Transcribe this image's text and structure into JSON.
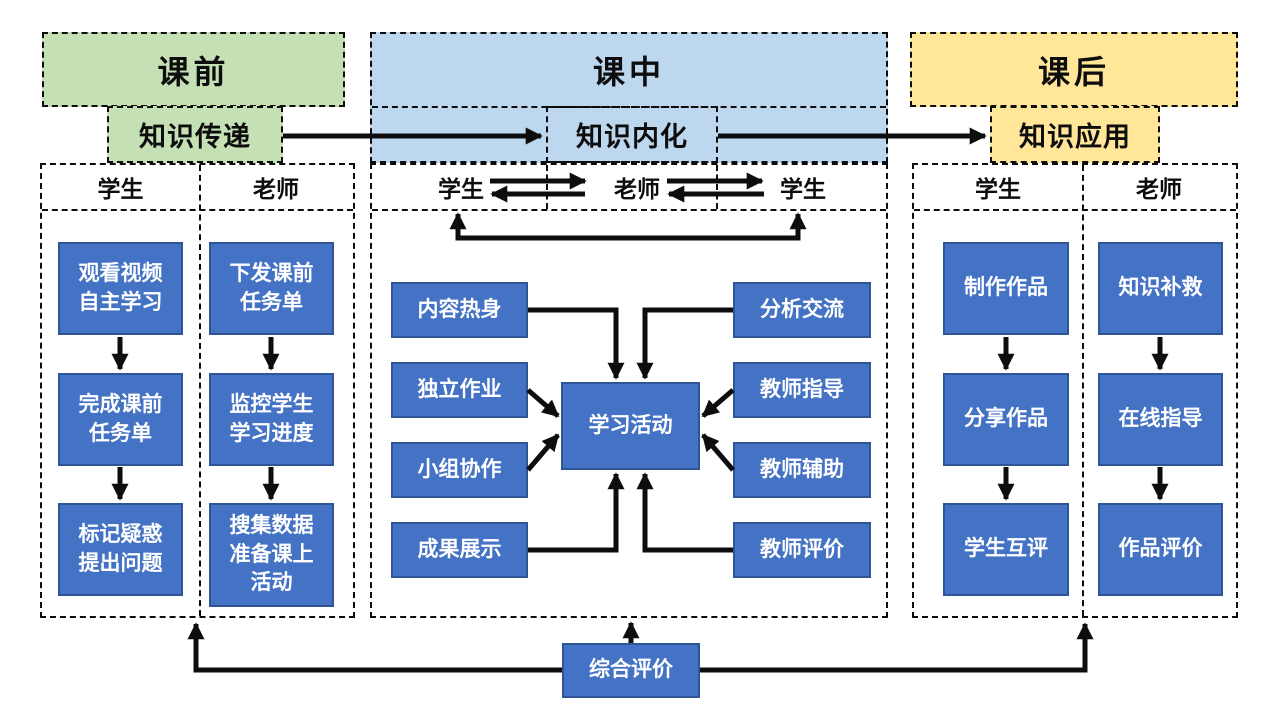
{
  "diagram": {
    "pre": {
      "header": "课前",
      "subheader": "知识传递",
      "student_label": "学生",
      "teacher_label": "老师",
      "student_steps": [
        "观看视频\n自主学习",
        "完成课前\n任务单",
        "标记疑惑\n提出问题"
      ],
      "teacher_steps": [
        "下发课前\n任务单",
        "监控学生\n学习进度",
        "搜集数据\n准备课上\n活动"
      ]
    },
    "during": {
      "header": "课中",
      "subheader": "知识内化",
      "role_left": "学生",
      "role_mid": "老师",
      "role_right": "学生",
      "left_activities": [
        "内容热身",
        "独立作业",
        "小组协作",
        "成果展示"
      ],
      "center_activity": "学习活动",
      "right_activities": [
        "分析交流",
        "教师指导",
        "教师辅助",
        "教师评价"
      ]
    },
    "post": {
      "header": "课后",
      "subheader": "知识应用",
      "student_label": "学生",
      "teacher_label": "老师",
      "student_steps": [
        "制作作品",
        "分享作品",
        "学生互评"
      ],
      "teacher_steps": [
        "知识补救",
        "在线指导",
        "作品评价"
      ]
    },
    "bottom_evaluation": "综合评价"
  },
  "colors": {
    "pre_fill": "#c5e0b4",
    "during_fill": "#bdd7ee",
    "post_fill": "#ffe699",
    "action_fill": "#4472c4",
    "action_border": "#2f5597",
    "action_text": "#ffffff",
    "line": "#0d0d0d"
  }
}
